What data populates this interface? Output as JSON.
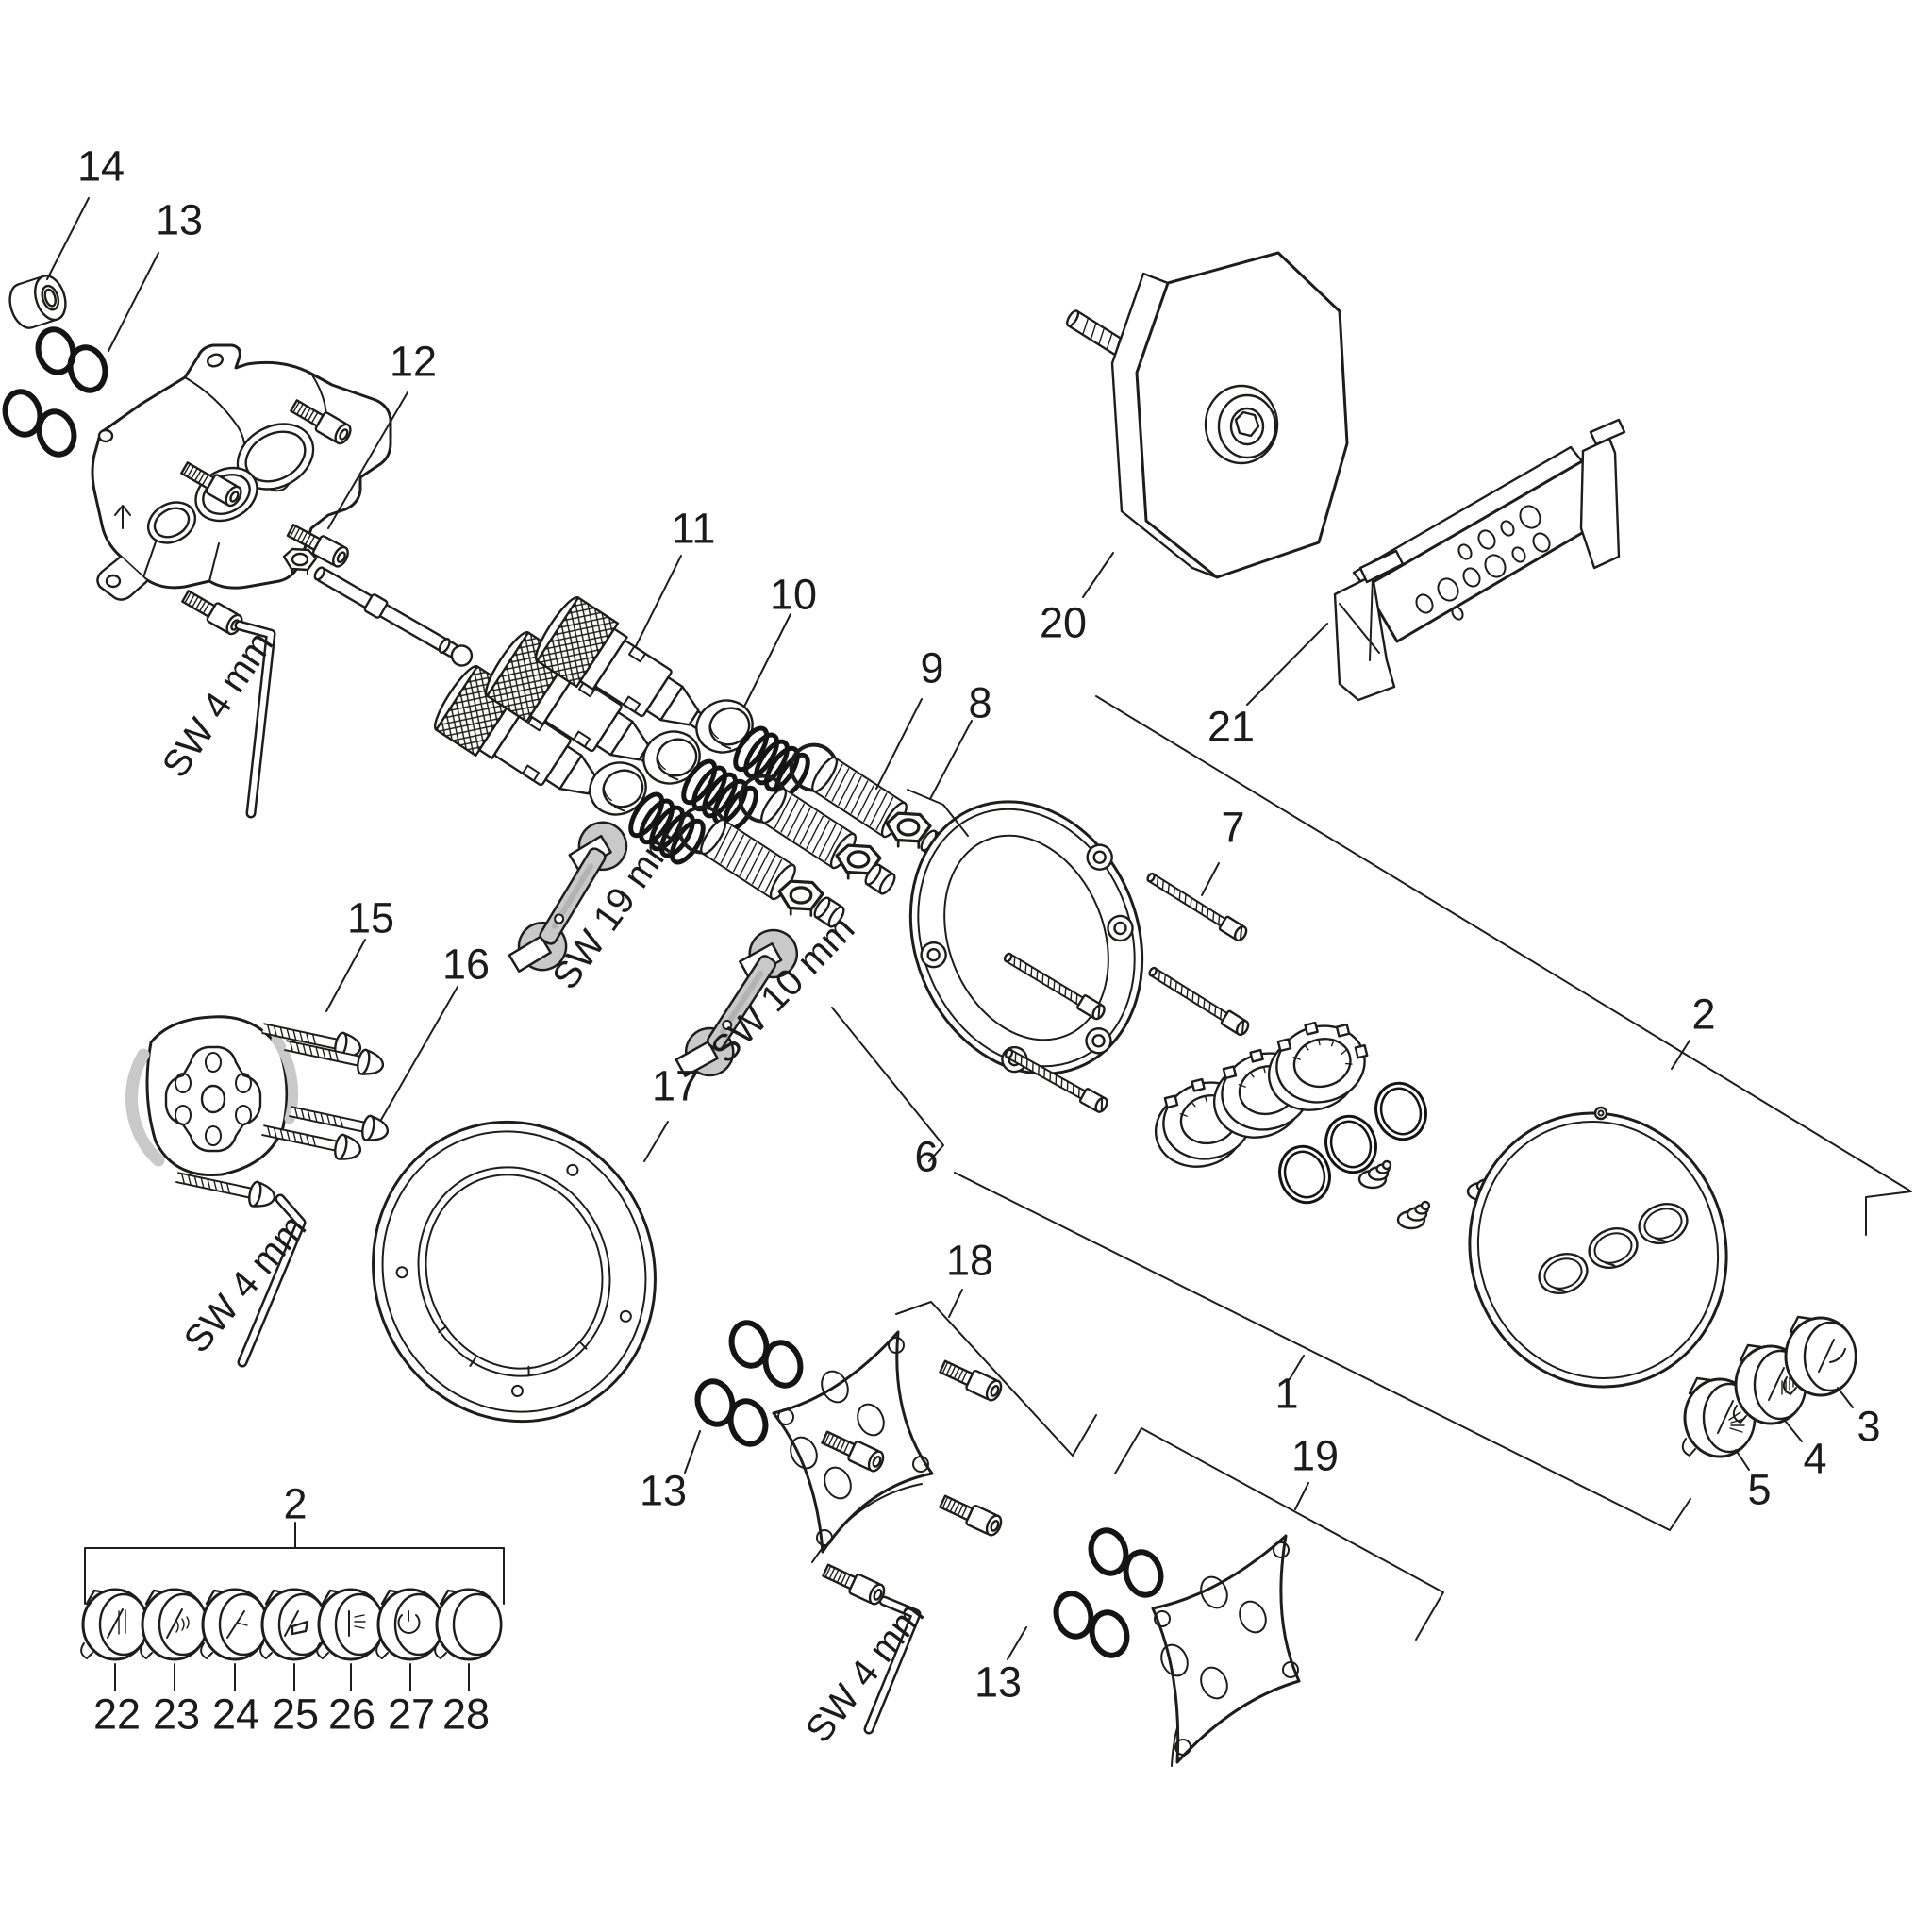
{
  "diagram": {
    "type": "exploded-parts-diagram",
    "subject": "concealed shower mixer valve assembly",
    "background": "#ffffff",
    "line_color": "#1d1d1b",
    "tool_fill": "#c9c9c9",
    "rubber_color": "#141414",
    "callouts": [
      {
        "id": "14",
        "text": "14"
      },
      {
        "id": "13-top",
        "text": "13"
      },
      {
        "id": "12",
        "text": "12"
      },
      {
        "id": "11",
        "text": "11"
      },
      {
        "id": "10",
        "text": "10"
      },
      {
        "id": "9",
        "text": "9"
      },
      {
        "id": "8",
        "text": "8"
      },
      {
        "id": "20",
        "text": "20"
      },
      {
        "id": "21",
        "text": "21"
      },
      {
        "id": "7",
        "text": "7"
      },
      {
        "id": "2-right",
        "text": "2"
      },
      {
        "id": "15",
        "text": "15"
      },
      {
        "id": "16",
        "text": "16"
      },
      {
        "id": "17",
        "text": "17"
      },
      {
        "id": "6",
        "text": "6"
      },
      {
        "id": "1",
        "text": "1"
      },
      {
        "id": "3",
        "text": "3"
      },
      {
        "id": "4",
        "text": "4"
      },
      {
        "id": "5",
        "text": "5"
      },
      {
        "id": "18",
        "text": "18"
      },
      {
        "id": "13-mid",
        "text": "13"
      },
      {
        "id": "19",
        "text": "19"
      },
      {
        "id": "13-bottom",
        "text": "13"
      },
      {
        "id": "2-bottom",
        "text": "2"
      },
      {
        "id": "22",
        "text": "22"
      },
      {
        "id": "23",
        "text": "23"
      },
      {
        "id": "24",
        "text": "24"
      },
      {
        "id": "25",
        "text": "25"
      },
      {
        "id": "26",
        "text": "26"
      },
      {
        "id": "27",
        "text": "27"
      },
      {
        "id": "28",
        "text": "28"
      }
    ],
    "tool_labels": [
      {
        "id": "sw4-top",
        "text": "SW 4 mm"
      },
      {
        "id": "sw19",
        "text": "SW 19 mm"
      },
      {
        "id": "sw10",
        "text": "SW 10 mm"
      },
      {
        "id": "sw4-left",
        "text": "SW 4 mm"
      },
      {
        "id": "sw4-bottom",
        "text": "SW 4 mm"
      }
    ]
  }
}
